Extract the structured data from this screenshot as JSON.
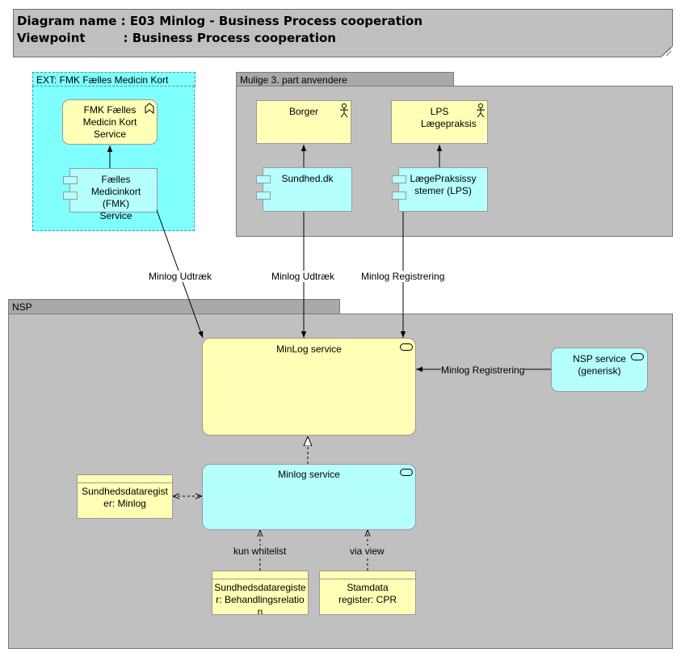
{
  "header": {
    "line1": "Diagram name : E03 Minlog - Business Process cooperation",
    "line2": "Viewpoint         : Business Process cooperation"
  },
  "groups": {
    "ext_fmk": "EXT: FMK Fælles Medicin Kort",
    "third_party": "Mulige 3. part anvendere",
    "nsp": "NSP"
  },
  "nodes": {
    "fmk_service": "FMK Fælles Medicin Kort Service",
    "fmk_component": "Fælles Medicinkort (FMK) Service",
    "borger": "Borger",
    "sundhed_dk": "Sundhed.dk",
    "lps_actor": "LPS Lægepraksis",
    "lps_component": "LægePraksissystemer (LPS)",
    "minlog_business_service": "MinLog service",
    "nsp_service": "NSP service (generisk)",
    "minlog_app_service": "Minlog service",
    "sdr_minlog": "Sundhedsdataregister: Minlog",
    "sdr_behandling": "Sundhedsdataregister: Behandlingsrelation",
    "stamdata_cpr": "Stamdata register: CPR"
  },
  "edges": {
    "fmk_to_minlog": "Minlog Udtræk",
    "sundhed_to_minlog": "Minlog Udtræk",
    "lps_to_minlog": "Minlog Registrering",
    "nsp_to_minlog": "Minlog Registrering",
    "behandling_to_app": "kun whitelist",
    "cpr_to_app": "via view"
  },
  "colors": {
    "business_yellow": "#ffffb5",
    "application_cyan": "#b5ffff",
    "ext_group_cyan": "#80ffff",
    "group_grey": "#c0c0c0",
    "group_tab_grey": "#a9a9a9"
  }
}
